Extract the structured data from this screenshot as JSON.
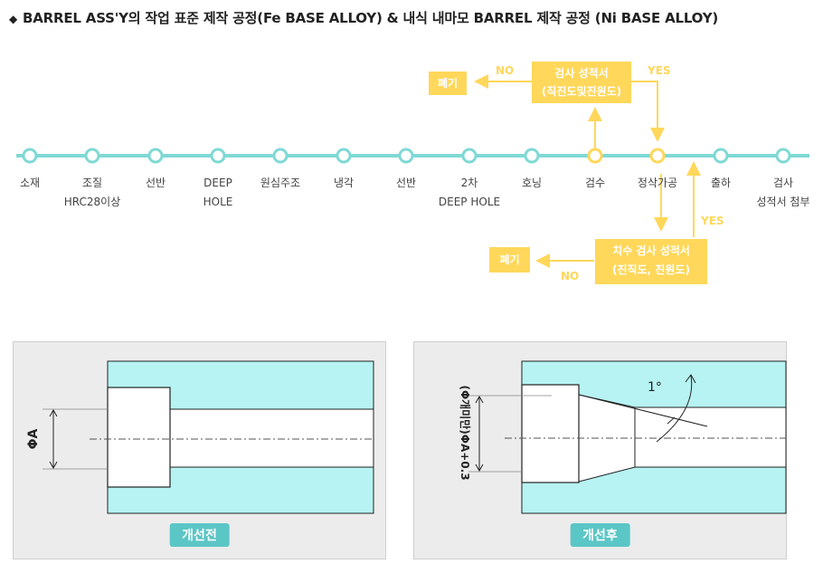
{
  "title": "BARREL ASS'Y의 작업 표준 제작 공정(Fe BASE ALLOY) & 내식 내마모 BARREL 제작 공정 (Ni BASE ALLOY)",
  "bullet": "◆",
  "colors": {
    "line": "#7fd9d5",
    "node": "#7fd9d5",
    "highlight": "#ffd75a",
    "box": "#ffd75a",
    "cyan_fill": "#b7f3f3",
    "panel_bg": "#ececec",
    "badge": "#5bc6c6"
  },
  "steps": [
    {
      "line1": "소재",
      "line2": ""
    },
    {
      "line1": "조질",
      "line2": "HRC28이상"
    },
    {
      "line1": "선반",
      "line2": ""
    },
    {
      "line1": "DEEP",
      "line2": "HOLE"
    },
    {
      "line1": "원심주조",
      "line2": ""
    },
    {
      "line1": "냉각",
      "line2": ""
    },
    {
      "line1": "선반",
      "line2": ""
    },
    {
      "line1": "2차",
      "line2": "DEEP HOLE"
    },
    {
      "line1": "호닝",
      "line2": ""
    },
    {
      "line1": "검수",
      "line2": ""
    },
    {
      "line1": "정삭가공",
      "line2": ""
    },
    {
      "line1": "출하",
      "line2": ""
    },
    {
      "line1": "검사",
      "line2": "성적서 첨부"
    }
  ],
  "top_branch": {
    "box_line1": "검사 성적서",
    "box_line2": "(직진도및진원도)",
    "no": "NO",
    "yes": "YES",
    "reject": "폐기"
  },
  "bottom_branch": {
    "box_line1": "치수 검사 성적서",
    "box_line2": "(진직도, 진원도)",
    "no": "NO",
    "yes": "YES",
    "reject": "폐기"
  },
  "left_panel": {
    "badge": "개선전",
    "dim": "ΦA"
  },
  "right_panel": {
    "badge": "개선후",
    "dim": "(Φ개미만)ΦA+0.3",
    "angle": "1°"
  }
}
